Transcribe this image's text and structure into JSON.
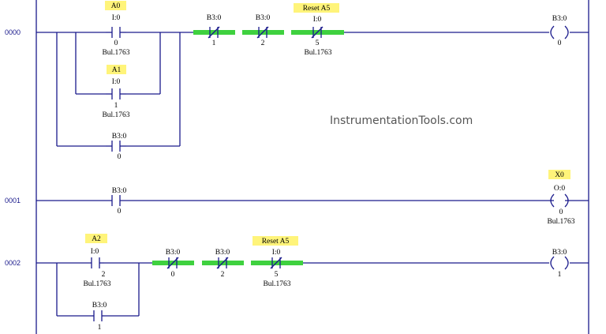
{
  "watermark": "InstrumentationTools.com",
  "colors": {
    "wire": "#1a1a8c",
    "energized": "#3fd13f",
    "tag": "#fff47a"
  },
  "rungs": [
    {
      "number": "0000",
      "elements": [
        {
          "type": "XIC",
          "symbol_tag": "A0",
          "address": "I:0",
          "bit": "0",
          "module": "Bul.1763"
        },
        {
          "type": "XIC",
          "symbol_tag": "A1",
          "address": "I:0",
          "bit": "1",
          "module": "Bul.1763"
        },
        {
          "type": "XIC",
          "address": "B3:0",
          "bit": "0"
        },
        {
          "type": "XIO",
          "address": "B3:0",
          "bit": "1",
          "energized": true
        },
        {
          "type": "XIO",
          "address": "B3:0",
          "bit": "2",
          "energized": true
        },
        {
          "type": "XIO",
          "symbol_tag": "Reset A5",
          "address": "I:0",
          "bit": "5",
          "module": "Bul.1763",
          "energized": true
        },
        {
          "type": "OTE",
          "address": "B3:0",
          "bit": "0"
        }
      ]
    },
    {
      "number": "0001",
      "elements": [
        {
          "type": "XIC",
          "address": "B3:0",
          "bit": "0"
        },
        {
          "type": "OTE",
          "symbol_tag": "X0",
          "address": "O:0",
          "bit": "0",
          "module": "Bul.1763"
        }
      ]
    },
    {
      "number": "0002",
      "elements": [
        {
          "type": "XIC",
          "symbol_tag": "A2",
          "address": "I:0",
          "bit": "2",
          "module": "Bul.1763"
        },
        {
          "type": "XIC",
          "address": "B3:0",
          "bit": "1"
        },
        {
          "type": "XIO",
          "address": "B3:0",
          "bit": "0",
          "energized": true
        },
        {
          "type": "XIO",
          "address": "B3:0",
          "bit": "2",
          "energized": true
        },
        {
          "type": "XIO",
          "symbol_tag": "Reset A5",
          "address": "I:0",
          "bit": "5",
          "module": "Bul.1763",
          "energized": true
        },
        {
          "type": "OTE",
          "address": "B3:0",
          "bit": "1"
        }
      ]
    }
  ]
}
